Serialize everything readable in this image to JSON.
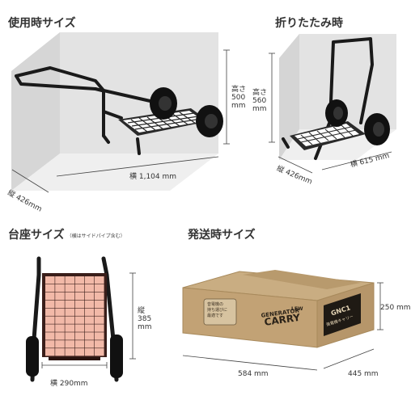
{
  "sections": {
    "in_use": {
      "title": "使用時サイズ",
      "height": "高さ\n500\nmm",
      "width": "横 1,104 mm",
      "depth": "縦 426mm"
    },
    "folded": {
      "title": "折りたたみ時",
      "height": "高さ\n560\nmm",
      "depth": "縦 426mm",
      "width": "横 615 mm"
    },
    "base": {
      "title": "台座サイズ",
      "note": "（横はサイドパイプ含む）",
      "height": "縦\n385\nmm",
      "width": "横 290mm"
    },
    "shipping": {
      "title": "発送時サイズ",
      "height": "250 mm",
      "width": "584 mm",
      "depth": "445 mm",
      "box_brand": "LEW",
      "box_line1": "GENERATOR",
      "box_line2": "CARRY",
      "box_model": "GNC1",
      "box_jp": "発電機キャリー",
      "box_message": "音電機の\n持ち運びに\n最適です"
    }
  },
  "colors": {
    "room_wall": "#e5e5e5",
    "frame": "#1a1a1a",
    "base_fill": "#f2b9a8",
    "base_frame": "#3a1e1a",
    "cardboard": "#c4a77a"
  }
}
